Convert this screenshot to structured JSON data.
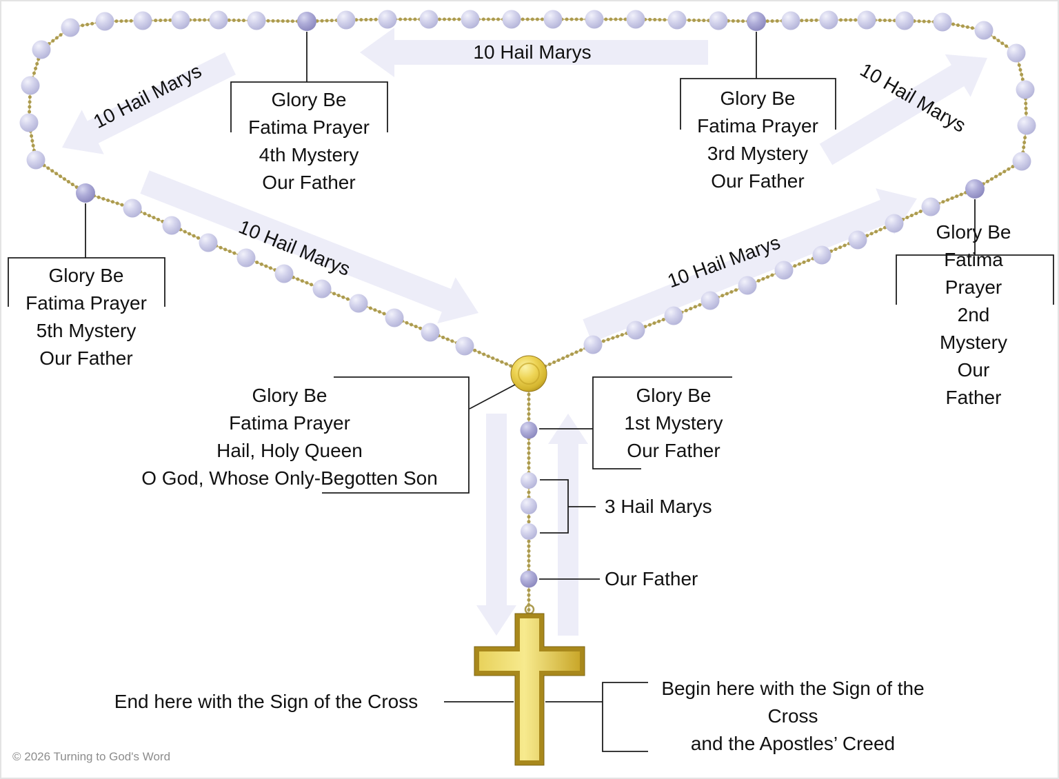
{
  "diagram": {
    "copyright": "© 2026 Turning to God's Word",
    "arrow_labels": {
      "top": "10 Hail Marys",
      "top_left": "10 Hail Marys",
      "left_diagonal": "10 Hail Marys",
      "right_diagonal": "10 Hail Marys",
      "top_right": "10 Hail Marys"
    },
    "boxes": {
      "fourth_mystery": "Glory Be\nFatima Prayer\n4th Mystery\nOur Father",
      "third_mystery": "Glory Be\nFatima Prayer\n3rd Mystery\nOur Father",
      "fifth_mystery": "Glory Be\nFatima Prayer\n5th Mystery\nOur Father",
      "second_mystery": "Glory Be\nFatima Prayer\n2nd Mystery\nOur Father",
      "first_mystery": "Glory Be\n1st Mystery\nOur Father",
      "closing_prayers": "Glory Be\nFatima Prayer\nHail, Holy Queen\nO God, Whose Only-Begotten Son"
    },
    "pendant_labels": {
      "three_hail_marys": "3 Hail Marys",
      "our_father": "Our Father"
    },
    "instructions": {
      "end": "End here with the Sign of the Cross",
      "begin": "Begin here with the Sign of the Cross\nand the Apostles’ Creed"
    },
    "colors": {
      "bead_light_edge": "#b3b3d8",
      "bead_dark_edge": "#8a87bd",
      "chain_gold": "#ac9b4f",
      "chain_gold_light": "#d2c487",
      "metal_gold": "#e7cc44",
      "arrow_lavender": "#ededf8",
      "connector_line": "#1c1c1c",
      "text": "#111111",
      "copyright_gray": "#8c8c8c"
    }
  }
}
